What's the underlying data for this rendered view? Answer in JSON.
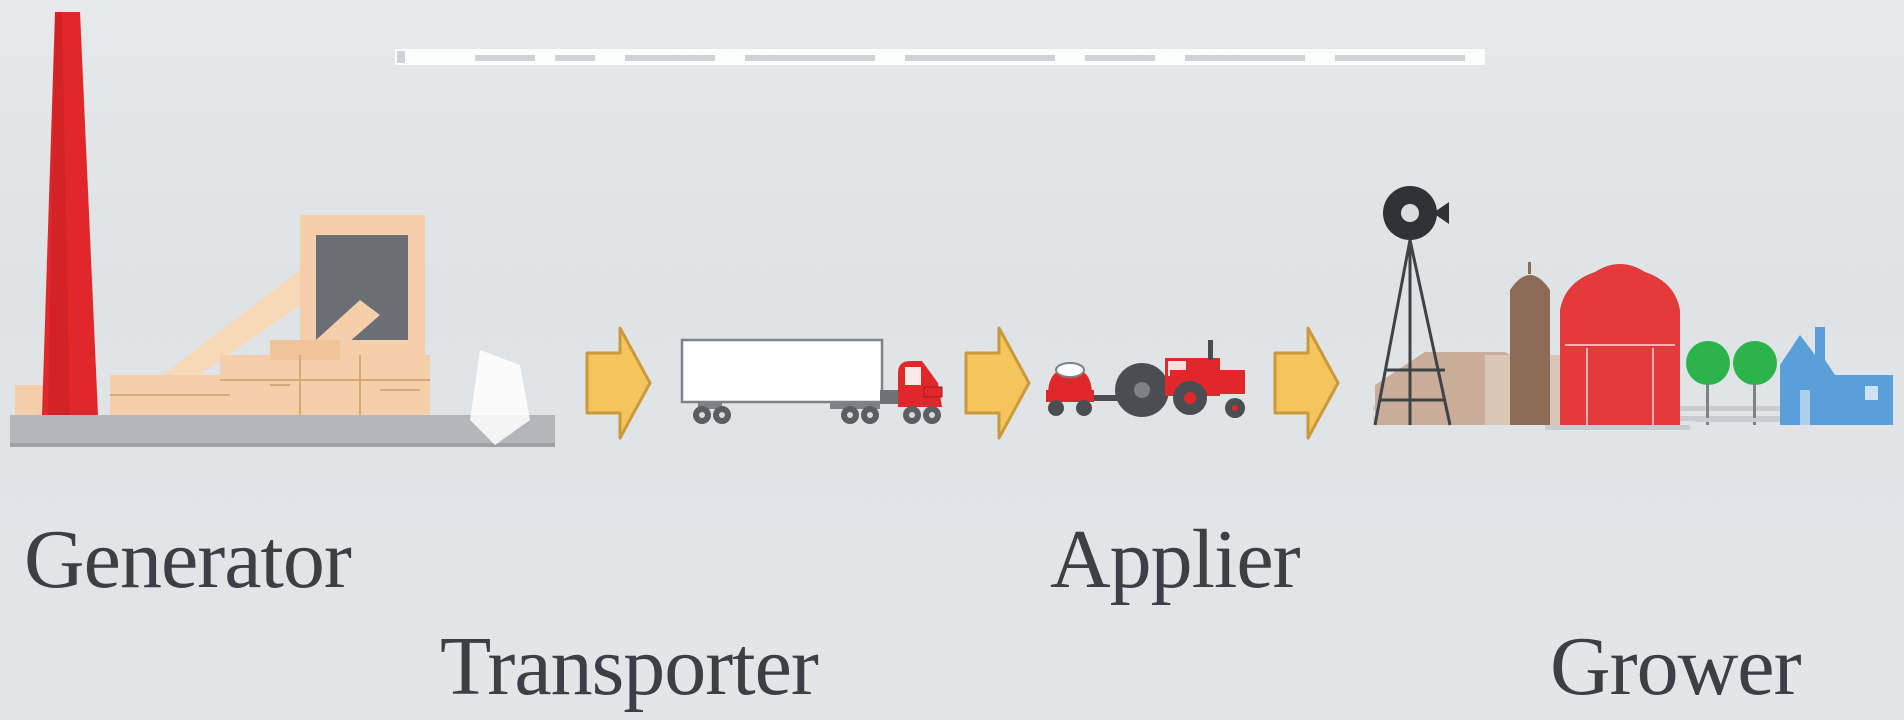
{
  "diagram": {
    "stages": [
      {
        "id": "generator",
        "label": "Generator",
        "icon": "power-plant-icon"
      },
      {
        "id": "transporter",
        "label": "Transporter",
        "icon": "truck-icon"
      },
      {
        "id": "applier",
        "label": "Applier",
        "icon": "tractor-spreader-icon"
      },
      {
        "id": "grower",
        "label": "Grower",
        "icon": "farm-icon"
      }
    ],
    "flow_icon": "right-arrow-icon",
    "colors": {
      "chimney": "#e0282a",
      "plant": "#f5cfa9",
      "plant_dark": "#6b6e74",
      "arrow": "#f6c45c",
      "arrow_outline": "#c89a3c",
      "truck_cab": "#e0282a",
      "barn": "#e33b3b",
      "silo": "#8b6b55",
      "tree": "#2cb34a",
      "house": "#5a9fd8",
      "text": "#3c4046"
    }
  }
}
